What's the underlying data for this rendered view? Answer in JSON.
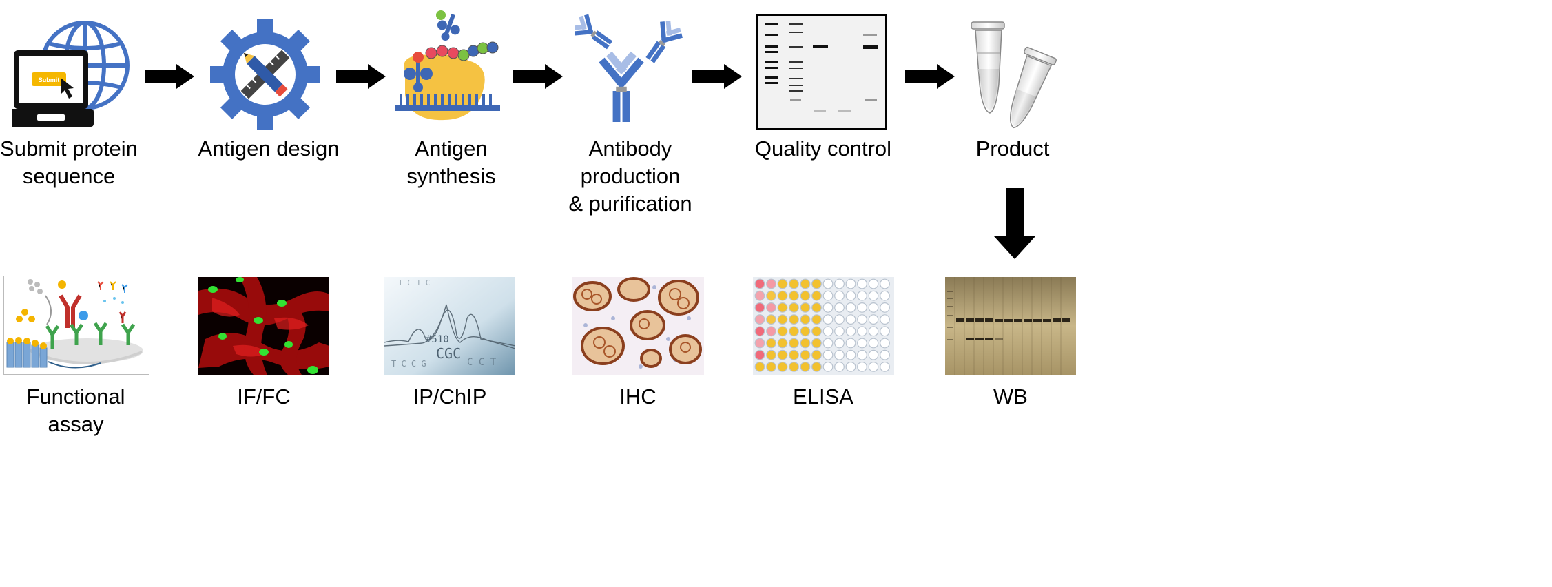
{
  "steps": [
    {
      "label_line1": "Submit protein",
      "label_line2": "sequence",
      "icon": "laptop-globe-icon",
      "button_text": "Submit"
    },
    {
      "label_line1": "Antigen design",
      "icon": "gear-pencil-ruler-icon"
    },
    {
      "label_line1": "Antigen synthesis",
      "icon": "ribosome-peptide-icon"
    },
    {
      "label_line1": "Antibody production",
      "label_line2": "& purification",
      "icon": "antibodies-icon"
    },
    {
      "label_line1": "Quality control",
      "icon": "gel-electrophoresis-icon"
    },
    {
      "label_line1": "Product",
      "icon": "microtube-icon"
    }
  ],
  "applications": [
    {
      "label": "Functional assay",
      "image": "functional-assay-illustration"
    },
    {
      "label": "IF/FC",
      "image": "immunofluorescence-photo"
    },
    {
      "label": "IP/ChIP",
      "image": "sequencing-trace-photo",
      "image_text_1": "#510",
      "image_text_2": "CGC"
    },
    {
      "label": "IHC",
      "image": "ihc-stain-photo"
    },
    {
      "label": "ELISA",
      "image": "elisa-plate-photo"
    },
    {
      "label": "WB",
      "image": "western-blot-photo"
    }
  ],
  "colors": {
    "arrow": "#000000",
    "blue": "#4472c4",
    "yellow": "#f5c242",
    "red": "#e74c3c"
  }
}
